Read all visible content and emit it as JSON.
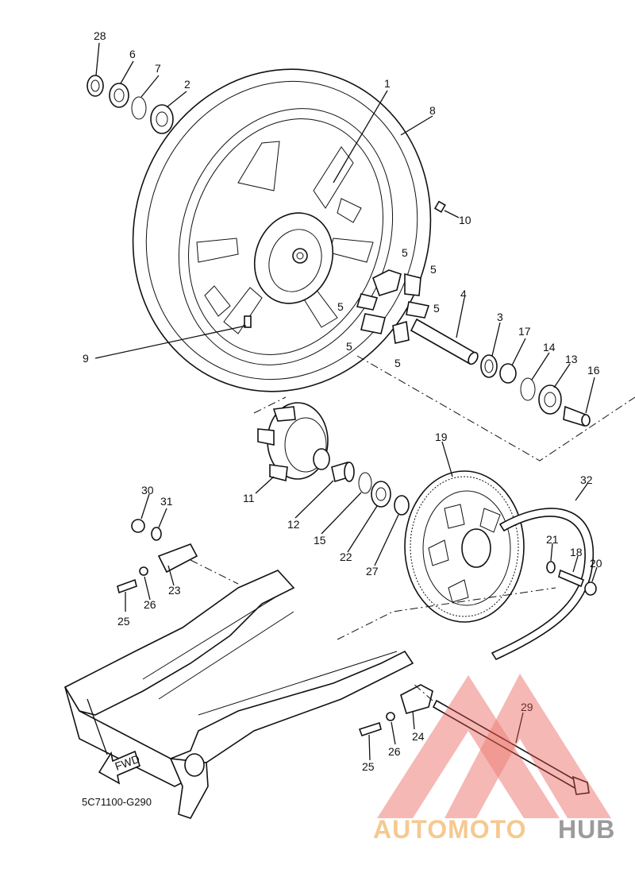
{
  "diagram": {
    "code": "5C71100-G290",
    "fwd_label": "FWD",
    "watermark": {
      "part1": "AUTOMOTO",
      "part2": "HUB",
      "color_triangle": "#e8534a",
      "color_part1": "#f2b76a",
      "color_part2": "#7a7a7a"
    },
    "callouts": {
      "c28": "28",
      "c6": "6",
      "c7": "7",
      "c2": "2",
      "c1": "1",
      "c8": "8",
      "c10": "10",
      "c9": "9",
      "c5a": "5",
      "c5b": "5",
      "c5c": "5",
      "c5d": "5",
      "c5e": "5",
      "c5f": "5",
      "c4": "4",
      "c3": "3",
      "c17": "17",
      "c14": "14",
      "c13": "13",
      "c16": "16",
      "c19": "19",
      "c11": "11",
      "c12": "12",
      "c15": "15",
      "c22": "22",
      "c27": "27",
      "c32": "32",
      "c21": "21",
      "c18": "18",
      "c20": "20",
      "c30": "30",
      "c31": "31",
      "c23": "23",
      "c25a": "25",
      "c26a": "26",
      "c29": "29",
      "c24": "24",
      "c26b": "26",
      "c25b": "25"
    }
  }
}
